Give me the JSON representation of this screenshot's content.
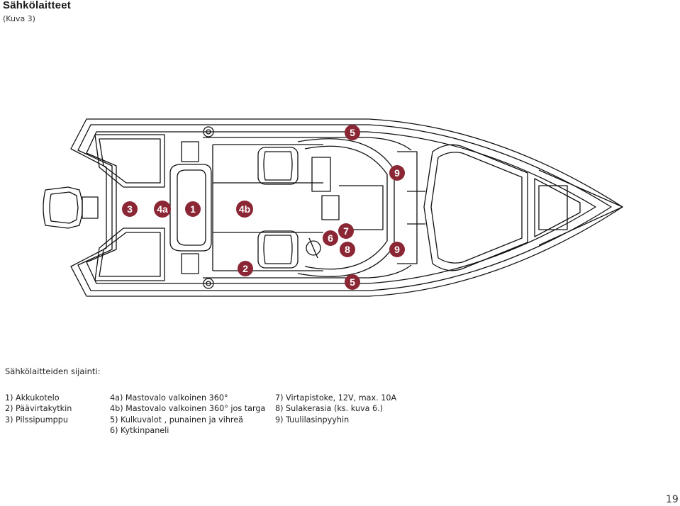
{
  "page": {
    "title": "Sähkölaitteet",
    "subtitle": "(Kuva 3)",
    "page_number": "19"
  },
  "diagram": {
    "marker_color": "#8b2635",
    "markers": [
      "5",
      "9",
      "3",
      "4a",
      "1",
      "4b",
      "6",
      "7",
      "8",
      "9",
      "2",
      "5"
    ]
  },
  "legend": {
    "heading": "Sähkölaitteiden sijainti:",
    "col1": [
      "1) Akkukotelo",
      "2) Päävirtakytkin",
      "3) Pilssipumppu"
    ],
    "col2": [
      "4a) Mastovalo valkoinen 360°",
      "4b) Mastovalo valkoinen 360° jos targa",
      "5) Kulkuvalot , punainen ja vihreä",
      "6) Kytkinpaneli"
    ],
    "col3": [
      "7) Virtapistoke, 12V, max. 10A",
      "8) Sulakerasia (ks. kuva 6.)",
      "9) Tuulilasinpyyhin"
    ]
  }
}
